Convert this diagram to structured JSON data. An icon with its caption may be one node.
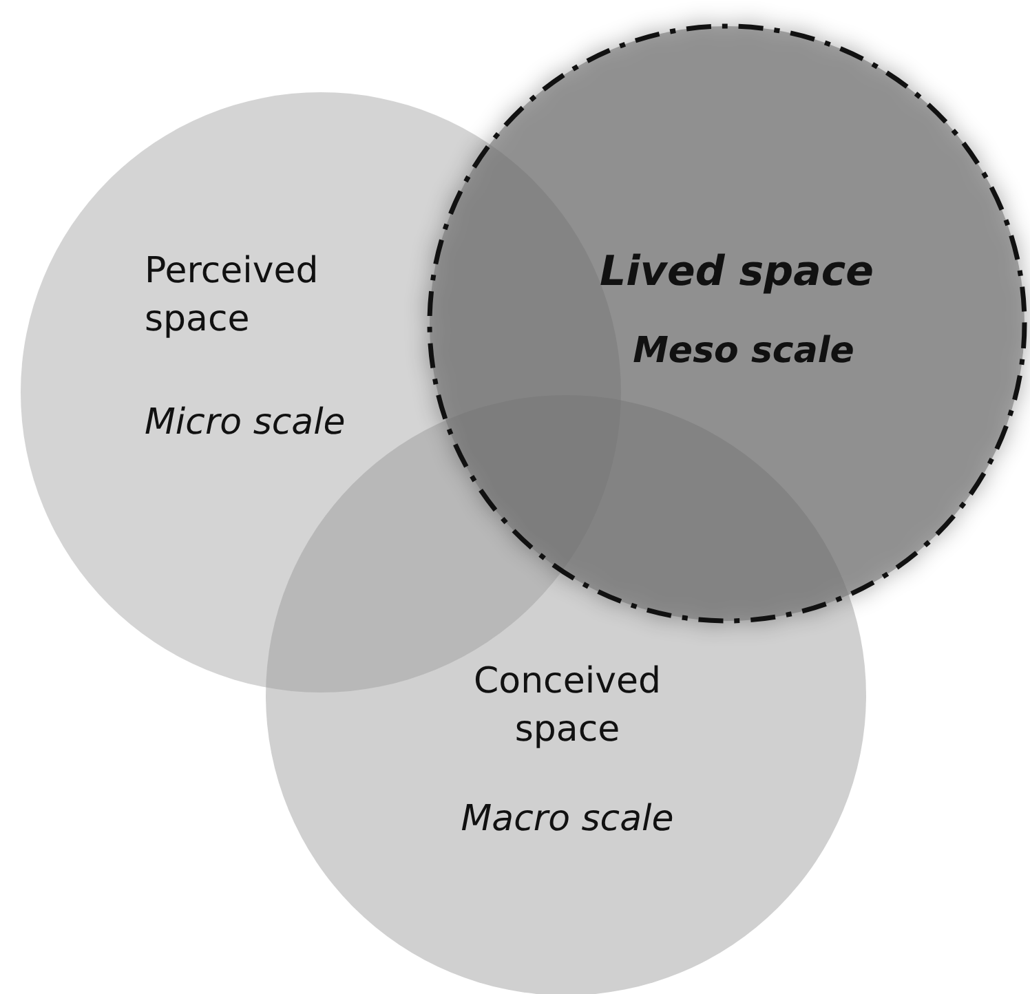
{
  "diagram": {
    "nodes": [
      {
        "text": [
          "Perceived space",
          "Micro scale"
        ]
      },
      {
        "text": [
          "Lived space",
          "Meso scale"
        ]
      },
      {
        "text": [
          "Conceived space",
          "Macro scale"
        ]
      }
    ]
  }
}
